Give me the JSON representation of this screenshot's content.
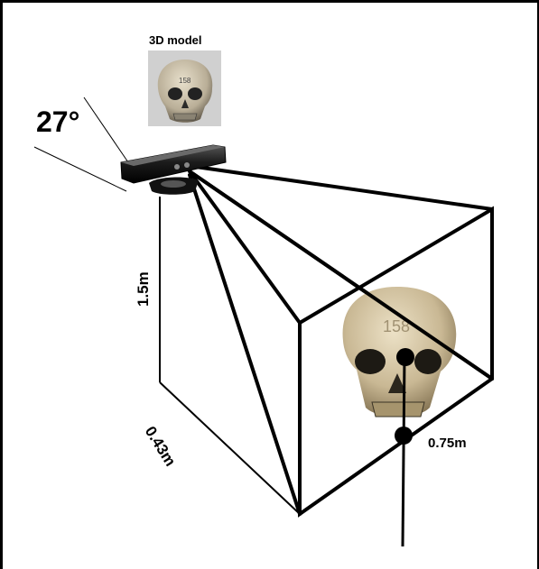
{
  "model": {
    "title": "3D model",
    "skull_number": "158"
  },
  "sensor": {
    "angle_label": "27°"
  },
  "dimensions": {
    "height": "1.5m",
    "depth": "0.43m",
    "width": "0.75m"
  },
  "colors": {
    "line": "#000000",
    "background": "#ffffff",
    "bone": "#c9b894",
    "bone_shadow": "#7d6c4c",
    "photo_bg": "#d0d0d0"
  }
}
